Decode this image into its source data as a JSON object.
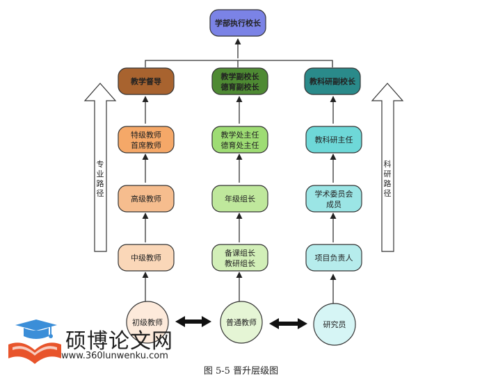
{
  "top_node": "学部执行校长",
  "columns": [
    {
      "head": [
        "教学督导"
      ],
      "levels": [
        [
          "特级教师",
          "首席教师"
        ],
        [
          "高级教师"
        ],
        [
          "中级教师"
        ]
      ],
      "base": "初级教师"
    },
    {
      "head": [
        "教学副校长",
        "德育副校长"
      ],
      "levels": [
        [
          "教学处主任",
          "德育处主任"
        ],
        [
          "年级组长"
        ],
        [
          "备课组长",
          "教研组长"
        ]
      ],
      "base": "普通教师"
    },
    {
      "head": [
        "教科研副校长"
      ],
      "levels": [
        [
          "教科研主任"
        ],
        [
          "学术委员会",
          "成员"
        ],
        [
          "项目负责人"
        ]
      ],
      "base": "研究员"
    }
  ],
  "side_paths": {
    "left": [
      "专",
      "业",
      "路",
      "径"
    ],
    "right": [
      "科",
      "研",
      "路",
      "径"
    ]
  },
  "watermark": {
    "title": "硕博论文网",
    "url": "www.360lunwenku.com"
  },
  "caption": "图 5-5  晋升层级图",
  "colors": {
    "top": "#7b83e6",
    "heads": [
      "#a8632f",
      "#4e8a33",
      "#2a8a8a"
    ],
    "col0": [
      "#f5a868",
      "#f6bd8e",
      "#fad7b8",
      "#fdeadb"
    ],
    "col1": [
      "#9edc74",
      "#bfe89c",
      "#d2efb8",
      "#e5f5d5"
    ],
    "col2": [
      "#6ed8d8",
      "#9be5e5",
      "#b6ecec",
      "#d6f5f5"
    ]
  }
}
